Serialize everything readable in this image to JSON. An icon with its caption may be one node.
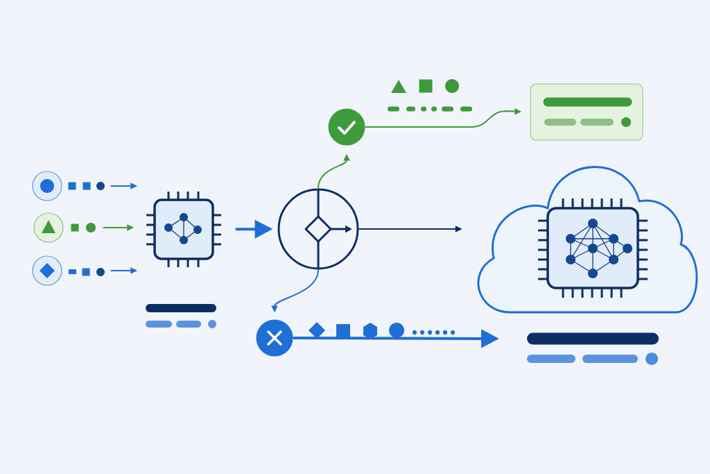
{
  "diagram": {
    "nodes": [
      {
        "text": [],
        "shape": "circle"
      },
      {
        "text": [],
        "shape": "circle"
      },
      {
        "text": [],
        "shape": "circle"
      },
      {
        "text": [],
        "shape": "chip"
      },
      {
        "text": [],
        "shape": "circle"
      },
      {
        "text": [],
        "shape": "circle"
      },
      {
        "text": [],
        "shape": "box"
      },
      {
        "text": [],
        "shape": "circle"
      },
      {
        "text": [],
        "shape": "cloud"
      }
    ],
    "edges": [
      {
        "from": 0,
        "to": 3,
        "arrow": "to"
      },
      {
        "from": 1,
        "to": 3,
        "arrow": "to",
        "color": "#3f9a3b"
      },
      {
        "from": 2,
        "to": 3,
        "arrow": "to"
      },
      {
        "from": 3,
        "to": 4,
        "arrow": "to",
        "style": "thick"
      },
      {
        "from": 4,
        "to": 5,
        "arrow": "to",
        "color": "#3f9a3b"
      },
      {
        "from": 5,
        "to": 6,
        "arrow": "to",
        "color": "#3f9a3b"
      },
      {
        "from": 4,
        "to": 8,
        "arrow": "to",
        "color": "#0d2e63"
      },
      {
        "from": 4,
        "to": 7,
        "arrow": "to"
      },
      {
        "from": 7,
        "to": null,
        "arrow": "to",
        "style": "thick"
      }
    ]
  }
}
